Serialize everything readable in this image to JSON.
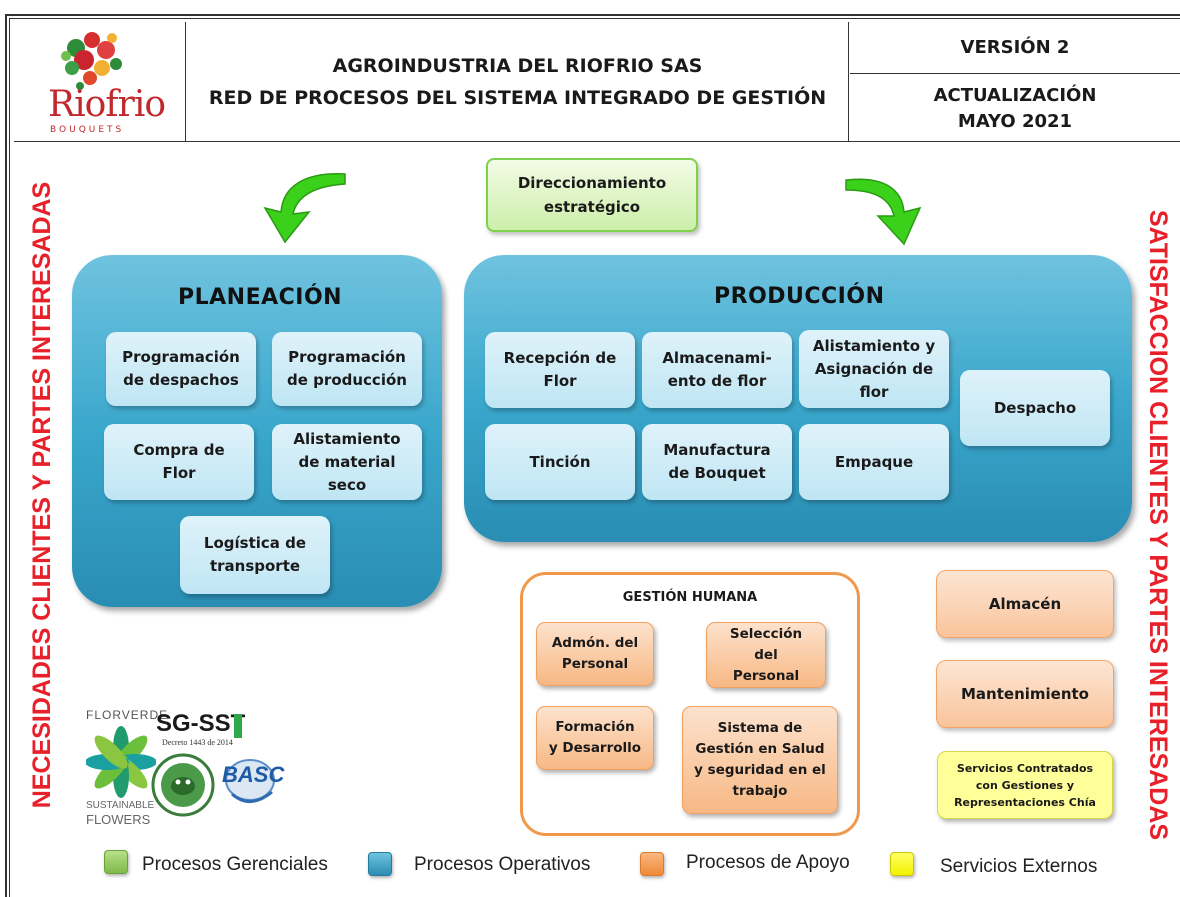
{
  "header": {
    "logo_name": "Riofrio",
    "logo_sub": "BOUQUETS",
    "title_line1": "AGROINDUSTRIA DEL RIOFRIO SAS",
    "title_line2": "RED DE PROCESOS DEL SISTEMA INTEGRADO DE GESTIÓN",
    "version": "VERSIÓN 2",
    "update_line1": "ACTUALIZACIÓN",
    "update_line2": "MAYO 2021"
  },
  "side_left": "NECESIDADES CLIENTES Y PARTES INTERESADAS",
  "side_right": "SATISFACCION CLIENTES Y PARTES INTERESADAS",
  "direccionamiento": {
    "line1": "Direccionamiento",
    "line2": "estratégico"
  },
  "planeacion": {
    "title": "PLANEACIÓN",
    "items": [
      {
        "line1": "Programación",
        "line2": "de despachos",
        "line3": ""
      },
      {
        "line1": "Programación",
        "line2": "de producción",
        "line3": ""
      },
      {
        "line1": "Compra de",
        "line2": "Flor",
        "line3": ""
      },
      {
        "line1": "Alistamiento",
        "line2": "de material",
        "line3": "seco"
      },
      {
        "line1": "Logística de",
        "line2": "transporte",
        "line3": ""
      }
    ]
  },
  "produccion": {
    "title": "PRODUCCIÓN",
    "items": [
      {
        "line1": "Recepción de",
        "line2": "Flor",
        "line3": ""
      },
      {
        "line1": "Almacenami-",
        "line2": "ento de flor",
        "line3": ""
      },
      {
        "line1": "Alistamiento y",
        "line2": "Asignación de",
        "line3": "flor"
      },
      {
        "line1": "Despacho",
        "line2": "",
        "line3": ""
      },
      {
        "line1": "Tinción",
        "line2": "",
        "line3": ""
      },
      {
        "line1": "Manufactura",
        "line2": "de Bouquet",
        "line3": ""
      },
      {
        "line1": "Empaque",
        "line2": "",
        "line3": ""
      }
    ]
  },
  "gestion_humana": {
    "title": "GESTIÓN HUMANA",
    "items": [
      {
        "line1": "Admón. del",
        "line2": "Personal",
        "line3": "",
        "line4": ""
      },
      {
        "line1": "Selección",
        "line2": "del",
        "line3": "Personal",
        "line4": ""
      },
      {
        "line1": "Formación",
        "line2": "y Desarrollo",
        "line3": "",
        "line4": ""
      },
      {
        "line1": "Sistema de",
        "line2": "Gestión en Salud",
        "line3": "y seguridad en el",
        "line4": "trabajo"
      }
    ]
  },
  "apoyo": {
    "almacen": "Almacén",
    "mantenimiento": "Mantenimiento"
  },
  "externos": {
    "line1": "Servicios Contratados",
    "line2": "con Gestiones y",
    "line3": "Representaciones Chía"
  },
  "certs": {
    "florverde_top": "FLORVERDE",
    "florverde_bottom1": "SUSTAINABLE",
    "florverde_bottom2": "FLOWERS",
    "sgsst": "SG-SST",
    "sgsst_sub": "Decreto 1443 de 2014",
    "basc": "BASC"
  },
  "legend": [
    {
      "label": "Procesos Gerenciales",
      "color": "#92c85a"
    },
    {
      "label": "Procesos Operativos",
      "color": "#3aa7cc"
    },
    {
      "label": "Procesos de Apoyo",
      "color": "#f39a4c"
    },
    {
      "label": "Servicios Externos",
      "color": "#ffff33"
    }
  ],
  "colors": {
    "operative": "#3aa7cc",
    "support_border": "#f0994b",
    "management_border": "#7dd14b",
    "side_text": "#e8202a",
    "arrow": "#3bd11b"
  }
}
